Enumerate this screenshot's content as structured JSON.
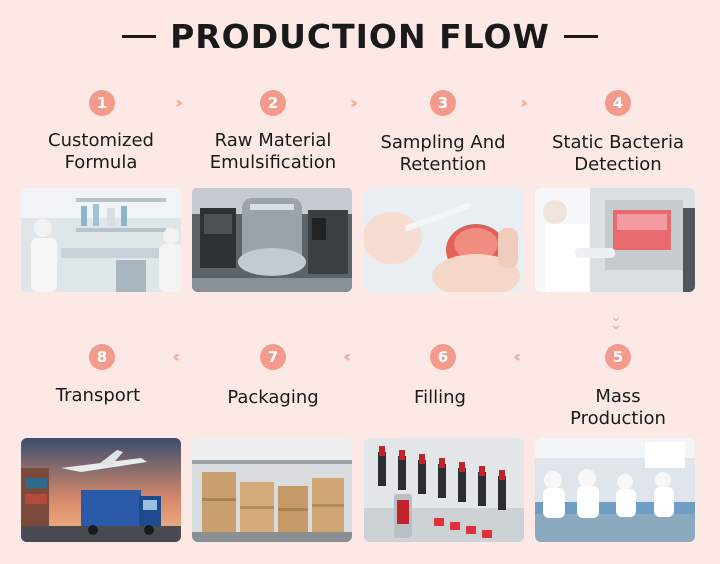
{
  "title": "PRODUCTION FLOW",
  "steps": [
    {
      "number": "1",
      "label": "Customized\nFormula"
    },
    {
      "number": "2",
      "label": "Raw Material\nEmulsification"
    },
    {
      "number": "3",
      "label": "Sampling And\nRetention"
    },
    {
      "number": "4",
      "label": "Static Bacteria\nDetection"
    },
    {
      "number": "5",
      "label": "Mass\nProduction"
    },
    {
      "number": "6",
      "label": "Filling"
    },
    {
      "number": "7",
      "label": "Packaging"
    },
    {
      "number": "8",
      "label": "Transport"
    }
  ],
  "icons": {
    "arrow_right": "double-chevron-right-icon",
    "arrow_left": "double-chevron-left-icon",
    "arrow_down": "double-chevron-down-icon"
  },
  "colors": {
    "background": "#fce9e6",
    "badge": "#f39a8c",
    "arrow": "#f3b0a6",
    "text": "#1a1a1a"
  }
}
